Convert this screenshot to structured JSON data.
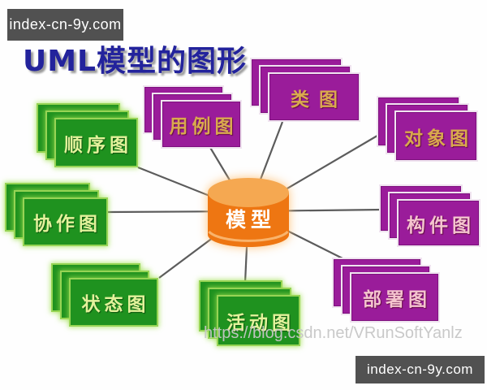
{
  "badges": {
    "top_left": "index-cn-9y.com",
    "bottom_right": "index-cn-9y.com"
  },
  "title": "UML模型的图形",
  "watermark": "https://blog.csdn.net/VRunSoftYanlz",
  "diagram": {
    "center": {
      "label": "模型",
      "shape": "cylinder",
      "body_color": "#EE7612",
      "top_color": "#F5A851",
      "text_color": "#FFFFFF"
    },
    "nodes": [
      {
        "label": "顺序图",
        "scheme": "green"
      },
      {
        "label": "协作图",
        "scheme": "green"
      },
      {
        "label": "状态图",
        "scheme": "green"
      },
      {
        "label": "活动图",
        "scheme": "green"
      },
      {
        "label": "用例图",
        "scheme": "purple-gold"
      },
      {
        "label": "类图",
        "scheme": "purple-gold"
      },
      {
        "label": "对象图",
        "scheme": "purple-gold"
      },
      {
        "label": "构件图",
        "scheme": "purple-pink"
      },
      {
        "label": "部署图",
        "scheme": "purple-pink"
      }
    ],
    "colors": {
      "green_card": "#1F921F",
      "green_border": "#97D455",
      "green_text": "#E3F29B",
      "purple_card": "#9A1C9A",
      "gold_text": "#D9A94E",
      "pink_text": "#F4C4CE",
      "connector": "#5C5C5C",
      "title_text": "#23239C",
      "badge_bg": "#515151"
    }
  }
}
